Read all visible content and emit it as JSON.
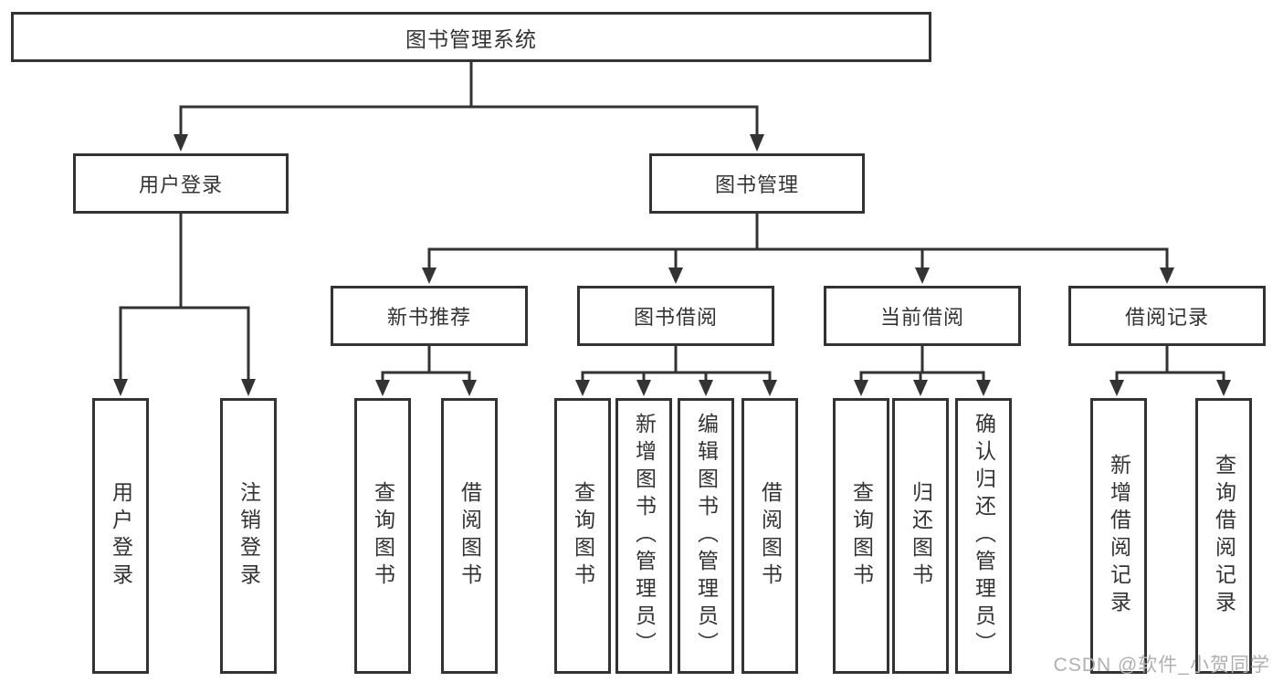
{
  "title": {
    "label": "图书管理系统"
  },
  "level2": {
    "user_login": {
      "label": "用户登录"
    },
    "book_management": {
      "label": "图书管理"
    }
  },
  "level3": {
    "new_book_recommend": {
      "label": "新书推荐"
    },
    "book_borrowing": {
      "label": "图书借阅"
    },
    "current_borrowing": {
      "label": "当前借阅"
    },
    "borrowing_records": {
      "label": "借阅记录"
    }
  },
  "leaves": {
    "user_login": {
      "login": "用户登录",
      "logout": "注销登录"
    },
    "new_book_recommend": {
      "query": "查询图书",
      "borrow": "借阅图书"
    },
    "book_borrowing": {
      "query": "查询图书",
      "add": "新增图书（管理员）",
      "edit": "编辑图书（管理员）",
      "borrow": "借阅图书"
    },
    "current_borrowing": {
      "query": "查询图书",
      "return": "归还图书",
      "confirm": "确认归还（管理员）"
    },
    "borrowing_records": {
      "add": "新增借阅记录",
      "query": "查询借阅记录"
    }
  },
  "watermark": {
    "text": "CSDN @软件_小贺同学"
  },
  "colors": {
    "line": "#333333",
    "text": "#333333",
    "background": "#ffffff",
    "watermark": "#b0b0b0"
  }
}
